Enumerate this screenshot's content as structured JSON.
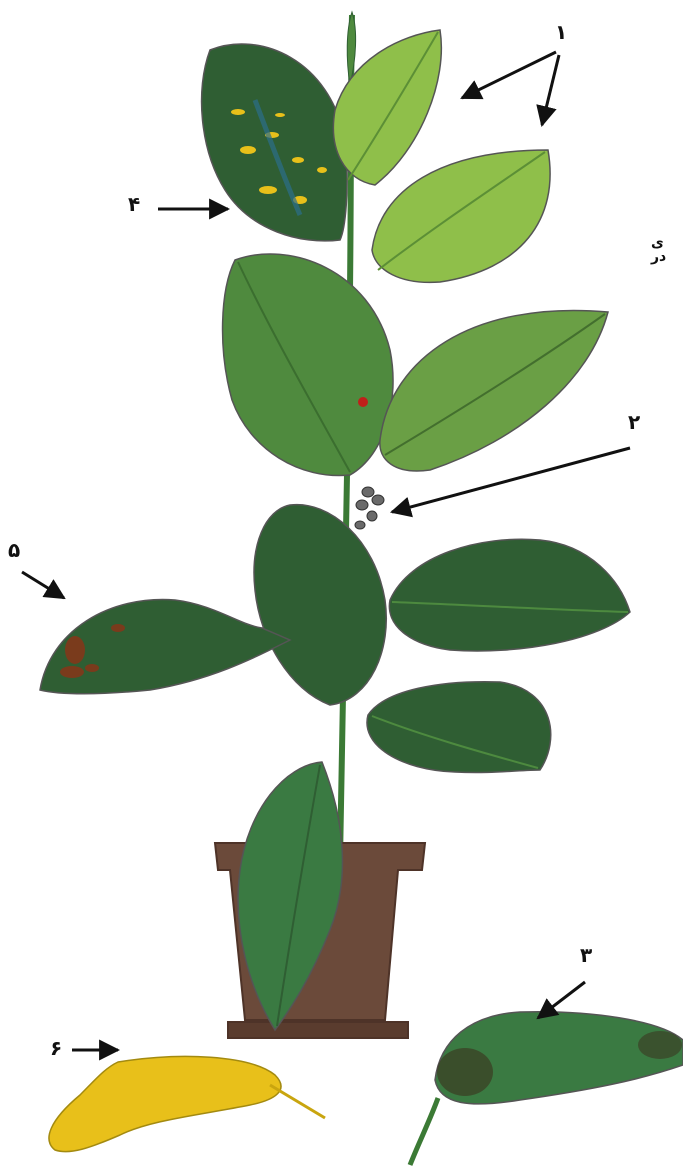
{
  "labels": {
    "one": "۱",
    "two": "۲",
    "three": "۳",
    "four": "۴",
    "five": "۵",
    "six": "۶"
  },
  "fragment_text": "ی در",
  "colors": {
    "leaf_dark": "#2f5e33",
    "leaf_mid": "#4f8a3e",
    "leaf_light": "#8fbf4a",
    "stem": "#3b7a35",
    "pot": "#6b4a3a",
    "pot_dark": "#4e3328",
    "yellow_leaf": "#e8c01a",
    "brown_spot": "#7a3b1c",
    "red_spot": "#c0201a",
    "insect": "#6a6a6a",
    "arrow": "#111111"
  }
}
